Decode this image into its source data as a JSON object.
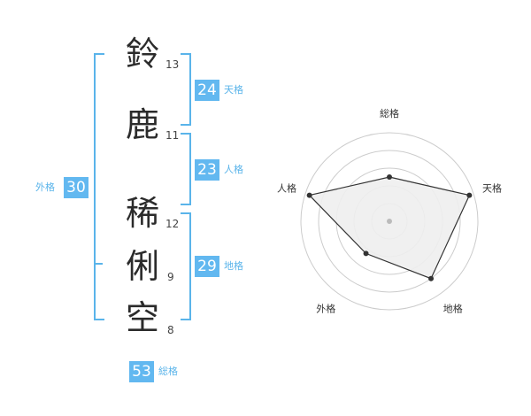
{
  "name_chars": [
    {
      "char": "鈴",
      "strokes": "13"
    },
    {
      "char": "鹿",
      "strokes": "11"
    },
    {
      "char": "稀",
      "strokes": "12"
    },
    {
      "char": "俐",
      "strokes": "9"
    },
    {
      "char": "空",
      "strokes": "8"
    }
  ],
  "fortunes": {
    "tenkaku": {
      "value": "24",
      "label": "天格"
    },
    "jinkaku": {
      "value": "23",
      "label": "人格"
    },
    "chikaku": {
      "value": "29",
      "label": "地格"
    },
    "gaikaku": {
      "value": "30",
      "label": "外格"
    },
    "soukaku": {
      "value": "53",
      "label": "総格"
    }
  },
  "radar": {
    "axes": [
      "総格",
      "天格",
      "地格",
      "外格",
      "人格"
    ],
    "values": [
      0.5,
      0.95,
      0.8,
      0.45,
      0.95
    ],
    "colors": {
      "fill": "#eeeeee",
      "stroke": "#333333",
      "ring": "#cccccc",
      "center": "#bbbbbb"
    }
  }
}
